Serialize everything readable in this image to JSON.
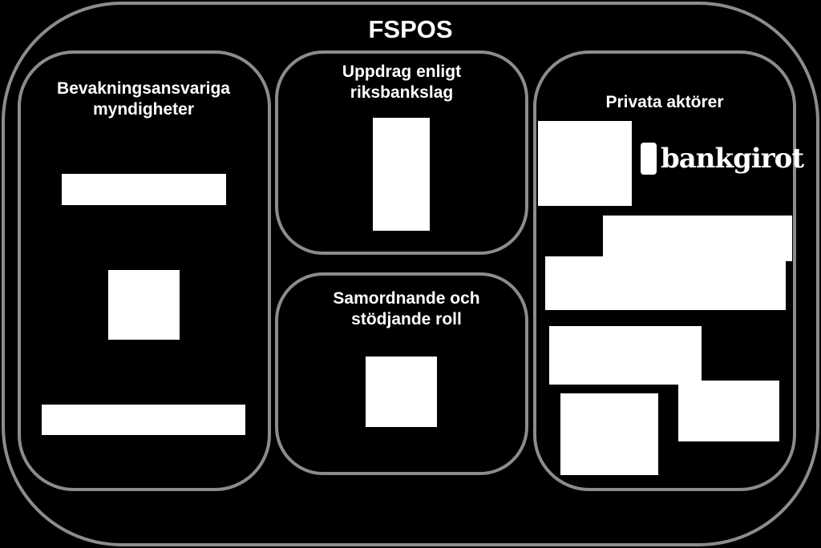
{
  "diagram": {
    "title": "FSPOS",
    "groups": [
      {
        "id": "bevakning",
        "label": "Bevakningsansvariga myndigheter"
      },
      {
        "id": "riksbank",
        "label": "Uppdrag enligt riksbankslag"
      },
      {
        "id": "samordnande",
        "label": "Samordnande och stödjande roll"
      },
      {
        "id": "privata",
        "label": "Privata aktörer"
      }
    ],
    "logo_text": "bankgirot",
    "colors": {
      "background": "#000000",
      "border": "#8c8c8c",
      "text": "#ffffff",
      "redaction": "#ffffff"
    }
  }
}
